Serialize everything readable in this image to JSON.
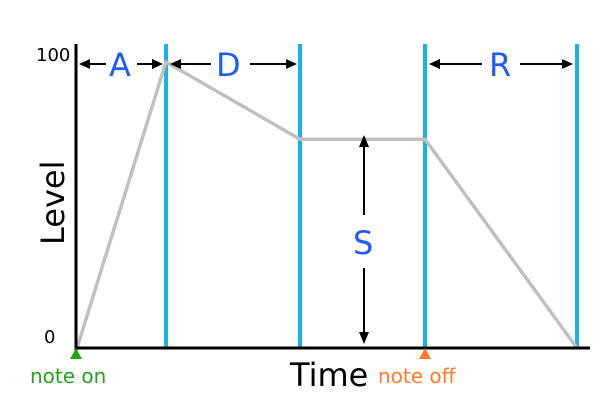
{
  "diagram": {
    "y_axis": {
      "label": "Level",
      "max_label": "100",
      "min_label": "0"
    },
    "x_axis": {
      "label": "Time"
    },
    "phases": {
      "attack": "A",
      "decay": "D",
      "sustain": "S",
      "release": "R"
    },
    "markers": {
      "note_on": "note on",
      "note_off": "note off"
    },
    "colors": {
      "axis": "#000000",
      "envelope": "#c0c0c0",
      "phase_lines": "#1ab0e8",
      "phase_text": "#1e5bff",
      "note_on": "#22a41a",
      "note_off": "#ff7a2a",
      "arrows": "#000000"
    },
    "envelope_levels": {
      "peak": 100,
      "sustain": 73,
      "start": 0,
      "end": 0
    }
  }
}
